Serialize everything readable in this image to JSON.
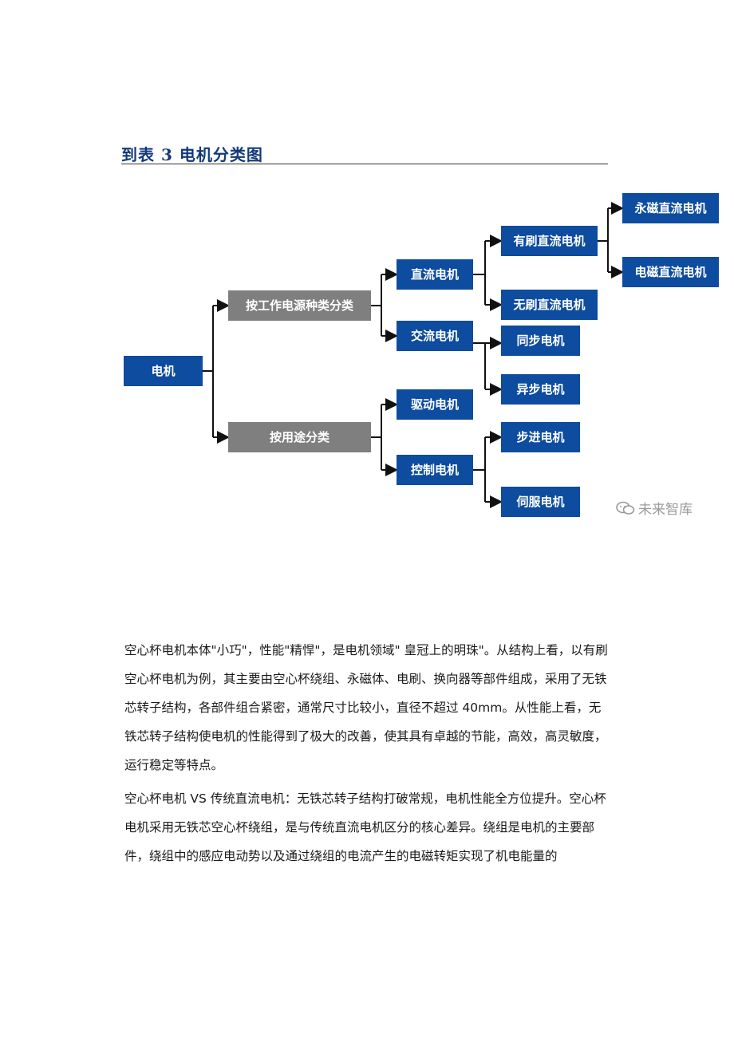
{
  "figure": {
    "title": "到表 3 电机分类图",
    "watermark": "未来智库",
    "colors": {
      "blue_box": "#0d4c9e",
      "gray_box": "#7f7f7f",
      "line": "#111111"
    },
    "nodes": {
      "root": "电机",
      "by_power": "按工作电源种类分类",
      "by_use": "按用途分类",
      "dc": "直流电机",
      "ac": "交流电机",
      "drive": "驱动电机",
      "control": "控制电机",
      "brushed_dc": "有刷直流电机",
      "brushless_dc": "无刷直流电机",
      "sync": "同步电机",
      "async": "异步电机",
      "stepper": "步进电机",
      "servo": "伺服电机",
      "pm_dc": "永磁直流电机",
      "em_dc": "电磁直流电机"
    }
  },
  "paragraphs": [
    "空心杯电机本体\"小巧\"，性能\"精悍\"，是电机领域\" 皇冠上的明珠\"。从结构上看，以有刷空心杯电机为例，其主要由空心杯绕组、永磁体、电刷、换向器等部件组成，采用了无铁芯转子结构，各部件组合紧密，通常尺寸比较小，直径不超过 40mm。从性能上看，无铁芯转子结构使电机的性能得到了极大的改善，使其具有卓越的节能，高效，高灵敏度，运行稳定等特点。",
    "空心杯电机 VS 传统直流电机：无铁芯转子结构打破常规，电机性能全方位提升。空心杯电机采用无铁芯空心杯绕组，是与传统直流电机区分的核心差异。绕组是电机的主要部件，绕组中的感应电动势以及通过绕组的电流产生的电磁转矩实现了机电能量的"
  ]
}
